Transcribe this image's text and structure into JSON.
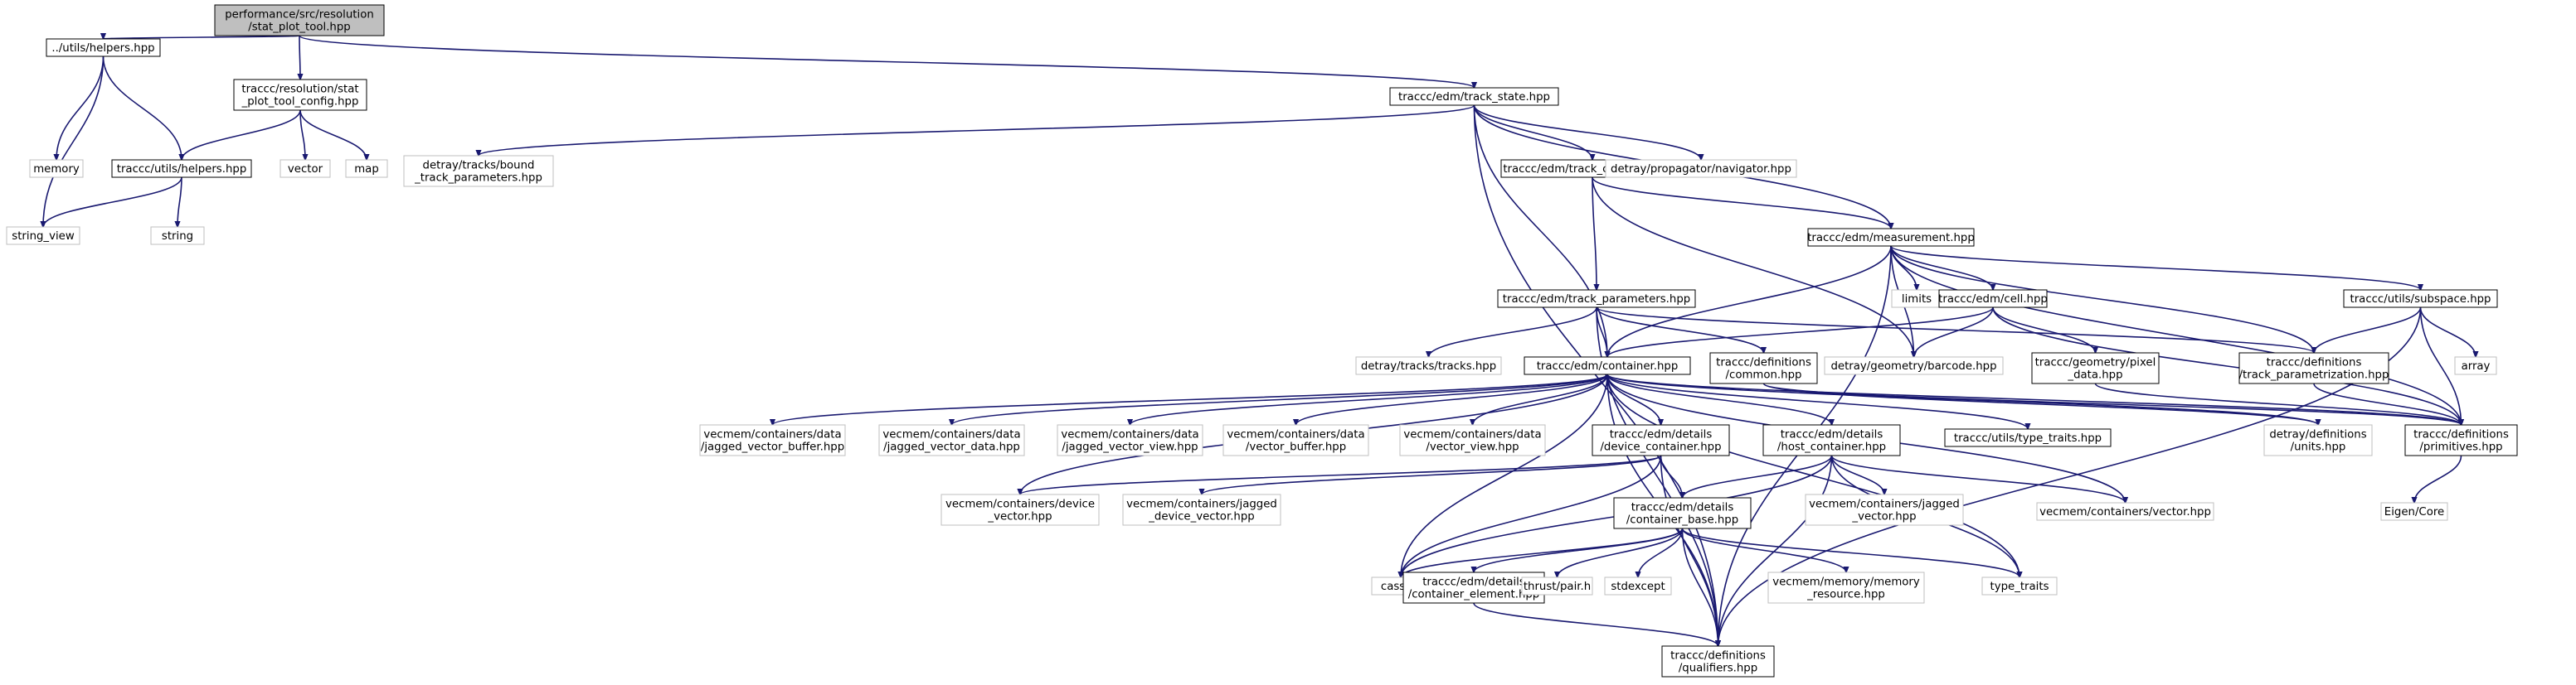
{
  "graph": {
    "colors": {
      "root_fill": "#bfbfbf",
      "node_fill": "#ffffff",
      "node_border": "#000000",
      "external_border": "#bfbfbf",
      "edge": "#191970"
    },
    "nodes": [
      {
        "id": "root",
        "lines": [
          "performance/src/resolution",
          "/stat_plot_tool.hpp"
        ],
        "kind": "root"
      },
      {
        "id": "utils_helpers_rel",
        "lines": [
          "../utils/helpers.hpp"
        ],
        "kind": "internal"
      },
      {
        "id": "stat_plot_tool_config",
        "lines": [
          "traccc/resolution/stat",
          "_plot_tool_config.hpp"
        ],
        "kind": "internal"
      },
      {
        "id": "track_state",
        "lines": [
          "traccc/edm/track_state.hpp"
        ],
        "kind": "internal"
      },
      {
        "id": "memory",
        "lines": [
          "memory"
        ],
        "kind": "external"
      },
      {
        "id": "traccc_utils_helpers",
        "lines": [
          "traccc/utils/helpers.hpp"
        ],
        "kind": "internal"
      },
      {
        "id": "vector",
        "lines": [
          "vector"
        ],
        "kind": "external"
      },
      {
        "id": "map",
        "lines": [
          "map"
        ],
        "kind": "external"
      },
      {
        "id": "string_view",
        "lines": [
          "string_view"
        ],
        "kind": "external"
      },
      {
        "id": "string",
        "lines": [
          "string"
        ],
        "kind": "external"
      },
      {
        "id": "bound_track_params",
        "lines": [
          "detray/tracks/bound",
          "_track_parameters.hpp"
        ],
        "kind": "external"
      },
      {
        "id": "track_candidate",
        "lines": [
          "traccc/edm/track_candidate.hpp"
        ],
        "kind": "internal"
      },
      {
        "id": "navigator",
        "lines": [
          "detray/propagator/navigator.hpp"
        ],
        "kind": "external"
      },
      {
        "id": "measurement",
        "lines": [
          "traccc/edm/measurement.hpp"
        ],
        "kind": "internal"
      },
      {
        "id": "limits",
        "lines": [
          "limits"
        ],
        "kind": "external"
      },
      {
        "id": "cell",
        "lines": [
          "traccc/edm/cell.hpp"
        ],
        "kind": "internal"
      },
      {
        "id": "subspace",
        "lines": [
          "traccc/utils/subspace.hpp"
        ],
        "kind": "internal"
      },
      {
        "id": "track_parameters",
        "lines": [
          "traccc/edm/track_parameters.hpp"
        ],
        "kind": "internal"
      },
      {
        "id": "tracks",
        "lines": [
          "detray/tracks/tracks.hpp"
        ],
        "kind": "external"
      },
      {
        "id": "container",
        "lines": [
          "traccc/edm/container.hpp"
        ],
        "kind": "internal"
      },
      {
        "id": "common",
        "lines": [
          "traccc/definitions",
          "/common.hpp"
        ],
        "kind": "internal"
      },
      {
        "id": "barcode",
        "lines": [
          "detray/geometry/barcode.hpp"
        ],
        "kind": "external"
      },
      {
        "id": "pixel_data",
        "lines": [
          "traccc/geometry/pixel",
          "_data.hpp"
        ],
        "kind": "internal"
      },
      {
        "id": "track_parametrization",
        "lines": [
          "traccc/definitions",
          "/track_parametrization.hpp"
        ],
        "kind": "internal"
      },
      {
        "id": "array",
        "lines": [
          "array"
        ],
        "kind": "external"
      },
      {
        "id": "jv_buffer",
        "lines": [
          "vecmem/containers/data",
          "/jagged_vector_buffer.hpp"
        ],
        "kind": "external"
      },
      {
        "id": "jv_data",
        "lines": [
          "vecmem/containers/data",
          "/jagged_vector_data.hpp"
        ],
        "kind": "external"
      },
      {
        "id": "jv_view",
        "lines": [
          "vecmem/containers/data",
          "/jagged_vector_view.hpp"
        ],
        "kind": "external"
      },
      {
        "id": "v_buffer",
        "lines": [
          "vecmem/containers/data",
          "/vector_buffer.hpp"
        ],
        "kind": "external"
      },
      {
        "id": "v_view",
        "lines": [
          "vecmem/containers/data",
          "/vector_view.hpp"
        ],
        "kind": "external"
      },
      {
        "id": "device_container",
        "lines": [
          "traccc/edm/details",
          "/device_container.hpp"
        ],
        "kind": "internal"
      },
      {
        "id": "host_container",
        "lines": [
          "traccc/edm/details",
          "/host_container.hpp"
        ],
        "kind": "internal"
      },
      {
        "id": "type_traits_hpp",
        "lines": [
          "traccc/utils/type_traits.hpp"
        ],
        "kind": "internal"
      },
      {
        "id": "units",
        "lines": [
          "detray/definitions",
          "/units.hpp"
        ],
        "kind": "external"
      },
      {
        "id": "primitives",
        "lines": [
          "traccc/definitions",
          "/primitives.hpp"
        ],
        "kind": "internal"
      },
      {
        "id": "device_vector",
        "lines": [
          "vecmem/containers/device",
          "_vector.hpp"
        ],
        "kind": "external"
      },
      {
        "id": "jagged_device_vector",
        "lines": [
          "vecmem/containers/jagged",
          "_device_vector.hpp"
        ],
        "kind": "external"
      },
      {
        "id": "container_base",
        "lines": [
          "traccc/edm/details",
          "/container_base.hpp"
        ],
        "kind": "internal"
      },
      {
        "id": "jagged_vector",
        "lines": [
          "vecmem/containers/jagged",
          "_vector.hpp"
        ],
        "kind": "external"
      },
      {
        "id": "vecmem_vector",
        "lines": [
          "vecmem/containers/vector.hpp"
        ],
        "kind": "external"
      },
      {
        "id": "eigen_core",
        "lines": [
          "Eigen/Core"
        ],
        "kind": "external"
      },
      {
        "id": "cassert",
        "lines": [
          "cassert"
        ],
        "kind": "external"
      },
      {
        "id": "container_element",
        "lines": [
          "traccc/edm/details",
          "/container_element.hpp"
        ],
        "kind": "internal"
      },
      {
        "id": "thrust_pair",
        "lines": [
          "thrust/pair.h"
        ],
        "kind": "external"
      },
      {
        "id": "stdexcept",
        "lines": [
          "stdexcept"
        ],
        "kind": "external"
      },
      {
        "id": "memory_resource",
        "lines": [
          "vecmem/memory/memory",
          "_resource.hpp"
        ],
        "kind": "external"
      },
      {
        "id": "type_traits",
        "lines": [
          "type_traits"
        ],
        "kind": "external"
      },
      {
        "id": "qualifiers",
        "lines": [
          "traccc/definitions",
          "/qualifiers.hpp"
        ],
        "kind": "internal"
      }
    ],
    "edges": [
      [
        "root",
        "utils_helpers_rel"
      ],
      [
        "root",
        "stat_plot_tool_config"
      ],
      [
        "root",
        "track_state"
      ],
      [
        "utils_helpers_rel",
        "memory"
      ],
      [
        "utils_helpers_rel",
        "traccc_utils_helpers"
      ],
      [
        "utils_helpers_rel",
        "string_view"
      ],
      [
        "stat_plot_tool_config",
        "traccc_utils_helpers"
      ],
      [
        "stat_plot_tool_config",
        "vector"
      ],
      [
        "stat_plot_tool_config",
        "map"
      ],
      [
        "traccc_utils_helpers",
        "string_view"
      ],
      [
        "traccc_utils_helpers",
        "string"
      ],
      [
        "track_state",
        "bound_track_params"
      ],
      [
        "track_state",
        "track_candidate"
      ],
      [
        "track_state",
        "navigator"
      ],
      [
        "track_state",
        "measurement"
      ],
      [
        "track_state",
        "container"
      ],
      [
        "track_state",
        "qualifiers"
      ],
      [
        "track_candidate",
        "measurement"
      ],
      [
        "track_candidate",
        "track_parameters"
      ],
      [
        "track_candidate",
        "barcode"
      ],
      [
        "measurement",
        "limits"
      ],
      [
        "measurement",
        "cell"
      ],
      [
        "measurement",
        "subspace"
      ],
      [
        "measurement",
        "container"
      ],
      [
        "measurement",
        "barcode"
      ],
      [
        "measurement",
        "track_parametrization"
      ],
      [
        "measurement",
        "primitives"
      ],
      [
        "measurement",
        "qualifiers"
      ],
      [
        "cell",
        "container"
      ],
      [
        "cell",
        "pixel_data"
      ],
      [
        "cell",
        "barcode"
      ],
      [
        "cell",
        "primitives"
      ],
      [
        "subspace",
        "track_parametrization"
      ],
      [
        "subspace",
        "array"
      ],
      [
        "subspace",
        "primitives"
      ],
      [
        "subspace",
        "qualifiers"
      ],
      [
        "track_parameters",
        "tracks"
      ],
      [
        "track_parameters",
        "container"
      ],
      [
        "track_parameters",
        "common"
      ],
      [
        "track_parameters",
        "track_parametrization"
      ],
      [
        "track_parameters",
        "qualifiers"
      ],
      [
        "container",
        "jv_buffer"
      ],
      [
        "container",
        "jv_data"
      ],
      [
        "container",
        "jv_view"
      ],
      [
        "container",
        "v_buffer"
      ],
      [
        "container",
        "v_view"
      ],
      [
        "container",
        "device_container"
      ],
      [
        "container",
        "host_container"
      ],
      [
        "container",
        "type_traits_hpp"
      ],
      [
        "container",
        "units"
      ],
      [
        "container",
        "primitives"
      ],
      [
        "container",
        "vecmem_vector"
      ],
      [
        "container",
        "type_traits"
      ],
      [
        "container",
        "cassert"
      ],
      [
        "container",
        "qualifiers"
      ],
      [
        "container",
        "device_vector"
      ],
      [
        "common",
        "units"
      ],
      [
        "common",
        "primitives"
      ],
      [
        "pixel_data",
        "primitives"
      ],
      [
        "track_parametrization",
        "primitives"
      ],
      [
        "primitives",
        "eigen_core"
      ],
      [
        "device_container",
        "device_vector"
      ],
      [
        "device_container",
        "jagged_device_vector"
      ],
      [
        "device_container",
        "container_base"
      ],
      [
        "device_container",
        "cassert"
      ],
      [
        "device_container",
        "qualifiers"
      ],
      [
        "host_container",
        "jagged_vector"
      ],
      [
        "host_container",
        "vecmem_vector"
      ],
      [
        "host_container",
        "container_base"
      ],
      [
        "host_container",
        "cassert"
      ],
      [
        "host_container",
        "qualifiers"
      ],
      [
        "host_container",
        "type_traits"
      ],
      [
        "container_base",
        "cassert"
      ],
      [
        "container_base",
        "container_element"
      ],
      [
        "container_base",
        "thrust_pair"
      ],
      [
        "container_base",
        "stdexcept"
      ],
      [
        "container_base",
        "memory_resource"
      ],
      [
        "container_base",
        "type_traits"
      ],
      [
        "container_base",
        "qualifiers"
      ],
      [
        "container_element",
        "qualifiers"
      ]
    ]
  }
}
